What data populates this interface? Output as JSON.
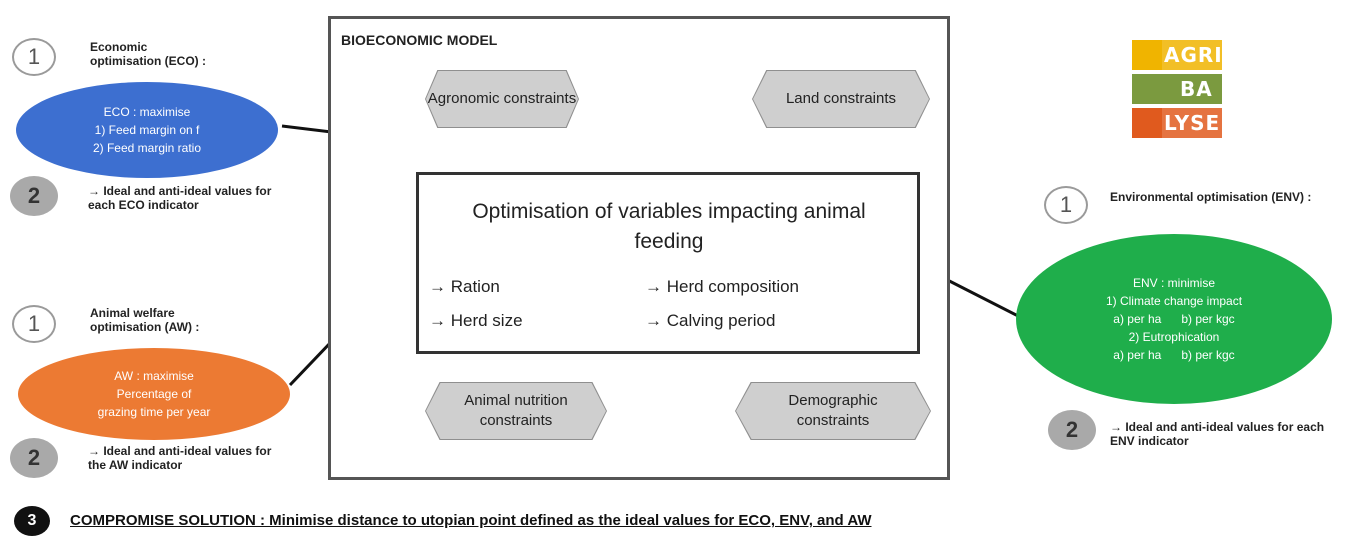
{
  "model": {
    "title": "BIOECONOMIC MODEL",
    "constraints": {
      "agronomic": "Agronomic constraints",
      "land": "Land constraints",
      "nutrition": "Animal nutrition constraints",
      "demographic": "Demographic constraints"
    },
    "center": {
      "title": "Optimisation of variables impacting animal feeding",
      "items": [
        "→ Ration",
        "→ Herd composition",
        "→ Herd size",
        "→ Calving period"
      ]
    }
  },
  "eco": {
    "step1_number": "1",
    "step1_label": "Economic optimisation (ECO) :",
    "ellipse_lines": [
      "ECO : maximise",
      "1) Feed margin on f",
      "2) Feed margin ratio"
    ],
    "step2_number": "2",
    "step2_label": "→ Ideal and anti-ideal values for each ECO indicator",
    "color": "#3d6fd0"
  },
  "aw": {
    "step1_number": "1",
    "step1_label": "Animal welfare optimisation (AW) :",
    "ellipse_lines": [
      "AW : maximise",
      "Percentage of",
      "grazing time per year"
    ],
    "step2_number": "2",
    "step2_label": "→ Ideal and anti-ideal values for the AW indicator",
    "color": "#ec7a33"
  },
  "env": {
    "step1_number": "1",
    "step1_label": "Environmental optimisation (ENV) :",
    "ellipse_lines": [
      "ENV : minimise",
      "1) Climate change impact",
      "a) per ha      b) per kgc",
      "2) Eutrophication",
      "a) per ha      b) per kgc"
    ],
    "step2_number": "2",
    "step2_label": "→ Ideal and anti-ideal values for each ENV indicator",
    "color": "#1fae4b"
  },
  "logo": {
    "lines": [
      "AGRI",
      "BA",
      "LYSE"
    ],
    "colors": [
      "#f0b400",
      "#7b9a3f",
      "#e05a1e"
    ]
  },
  "compromise": {
    "number": "3",
    "text": "COMPROMISE SOLUTION : Minimise distance to utopian point defined as the ideal values for ECO, ENV, and AW"
  }
}
